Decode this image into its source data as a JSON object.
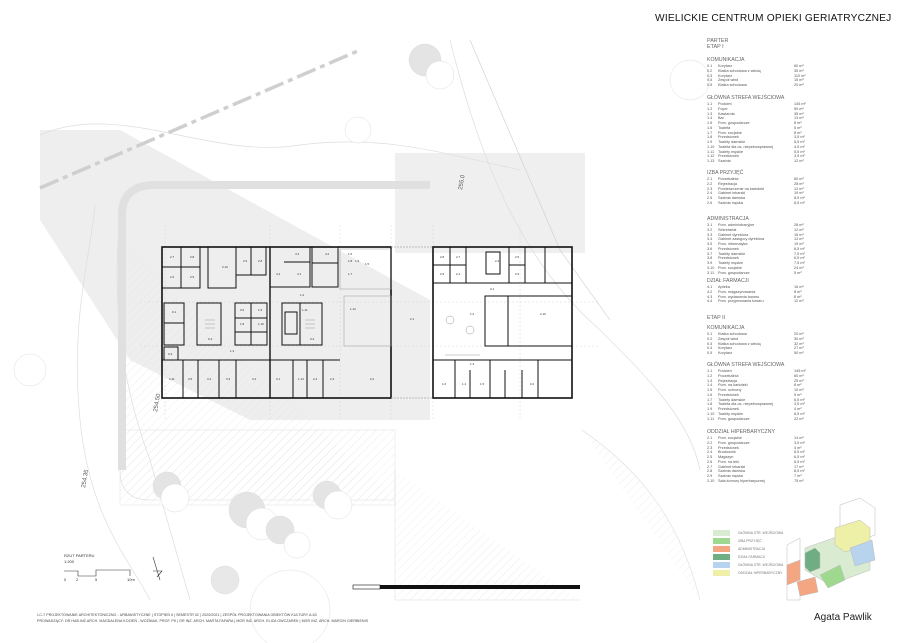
{
  "sheet": {
    "title": "WIELICKIE CENTRUM OPIEKI GERIATRYCZNEJ",
    "author": "Agata Pawlik",
    "footer_line1": "I-C-7 PROJEKTOWANIE ARCHITEKTONICZNO - URBANISTYCZNE | STOPIEŃ II | SEMESTR 02 | 2020/2021 | ZESPÓŁ PROJEKTOWANIA OBIEKTÓW KULTURY A-63",
    "footer_line2": "PROWADZĄCY: DR HAB.INŻ.ARCH. MAGDALENA KOZIEŃ - WOŹNIAK, PROF. PK | DR INŻ. ARCH. MARTA FAFARA | MGR INŻ. ARCH. ELIZA OWCZAREK | MGR INŻ. ARCH. MARCIN GIERBIENIS"
  },
  "plan": {
    "drawing_title": "RZUT PARTERU",
    "scale": "1:200",
    "scale_ticks": [
      "0",
      "2",
      "5",
      "10m"
    ],
    "contours": [
      "255.0",
      "254.50",
      "254.35"
    ],
    "rooms_stage1": [
      "2.7",
      "2.8",
      "2.6",
      "2.5",
      "2.10",
      "2.9",
      "2.8",
      "4.3",
      "4.2",
      "4.4",
      "4.1",
      "1.6",
      "1.8",
      "1.7",
      "1.9",
      "1.5",
      "1.2",
      "0.1",
      "0.4",
      "0.5",
      "1.9",
      "1.8",
      "1.10",
      "1.11",
      "1.12",
      "0.2",
      "1.3",
      "0.3",
      "3.11",
      "3.5",
      "3.4",
      "3.3",
      "3.2",
      "3.1",
      "1.13",
      "2.4",
      "2.3",
      "2.2",
      "2.1",
      "1.1"
    ],
    "rooms_stage2": [
      "2.8",
      "2.7",
      "2.9",
      "2.4",
      "2.3",
      "2.5",
      "2.6",
      "0.1",
      "2.10",
      "1.2",
      "1.3",
      "1.6",
      "1.4",
      "1.5",
      "0.2"
    ]
  },
  "legend": {
    "parter": "PARTER",
    "etap1": "ETAP I",
    "etap2": "ETAP II",
    "etap1_sections": [
      {
        "title": "KOMUNIKACJA",
        "items": [
          [
            "0.1",
            "Korytarz",
            "60 m²"
          ],
          [
            "0.2",
            "Klatka schodowa z windą",
            "35 m²"
          ],
          [
            "0.3",
            "Korytarz",
            "110 m²"
          ],
          [
            "0.4",
            "Zespół wind",
            "15 m²"
          ],
          [
            "0.5",
            "Klatka schodowa",
            "20 m²"
          ]
        ]
      },
      {
        "title": "GŁÓWNA STREFA WEJŚCIOWA",
        "items": [
          [
            "1.1",
            "Podcień",
            "145 m²"
          ],
          [
            "1.2",
            "Foyer",
            "50 m²"
          ],
          [
            "1.3",
            "Kawiarnia",
            "35 m²"
          ],
          [
            "1.4",
            "Bar",
            "13 m²"
          ],
          [
            "1.5",
            "Pom. gospodarcze",
            "8 m²"
          ],
          [
            "1.6",
            "Toaleta",
            "5 m²"
          ],
          [
            "1.7",
            "Pom. socjalne",
            "8 m²"
          ],
          [
            "1.8",
            "Przedsionek",
            "3,5 m²"
          ],
          [
            "1.9",
            "Toalety damskie",
            "5,5 m²"
          ],
          [
            "1.10",
            "Toaleta dla os. niepełnosprawnej",
            "4,5 m²"
          ],
          [
            "1.11",
            "Toalety męskie",
            "5,5 m²"
          ],
          [
            "1.12",
            "Przedsionek",
            "3,5 m²"
          ],
          [
            "1.13",
            "Szatnia",
            "12 m²"
          ]
        ]
      },
      {
        "title": "IZBA PRZYJĘĆ",
        "items": [
          [
            "2.1",
            "Poczekalnia",
            "60 m²"
          ],
          [
            "2.2",
            "Rejestracja",
            "28 m²"
          ],
          [
            "2.3",
            "Pomieszczenie na kartoteki",
            "12 m²"
          ],
          [
            "2.4",
            "Gabinet lekarski",
            "19 m²"
          ],
          [
            "2.5",
            "Szatnia damska",
            "8,5 m²"
          ],
          [
            "2.6",
            "Szatnia męska",
            "8,5 m²"
          ]
        ]
      },
      {
        "title": "ADMINISTRACJA",
        "items": [
          [
            "3.1",
            "Pom. administracyjne",
            "28 m²"
          ],
          [
            "3.2",
            "Sekretariat",
            "12 m²"
          ],
          [
            "3.3",
            "Gabinet dyrektora",
            "16 m²"
          ],
          [
            "3.4",
            "Gabinet zastępcy dyrektora",
            "12 m²"
          ],
          [
            "3.5",
            "Pom. informatyka",
            "19 m²"
          ],
          [
            "3.6",
            "Przedsionek",
            "6,5 m²"
          ],
          [
            "3.7",
            "Toalety damskie",
            "7,5 m²"
          ],
          [
            "3.8",
            "Przedsionek",
            "6,5 m²"
          ],
          [
            "3.9",
            "Toalety męskie",
            "7,5 m²"
          ],
          [
            "3.10",
            "Pom. socjalne",
            "24 m²"
          ],
          [
            "3.11",
            "Pom. gospodarcze",
            "5 m²"
          ]
        ]
      },
      {
        "title": "DZIAŁ FARMACJI",
        "items": [
          [
            "4.1",
            "Apteka",
            "16 m²"
          ],
          [
            "4.2",
            "Pom. magazynowania",
            "8 m²"
          ],
          [
            "4.3",
            "Pom. wydawania towaru",
            "8 m²"
          ],
          [
            "4.4",
            "Pom. przyjmowania towaru",
            "12 m²"
          ]
        ]
      }
    ],
    "etap2_sections": [
      {
        "title": "KOMUNIKACJA",
        "items": [
          [
            "0.1",
            "Klatka schodowa",
            "20 m²"
          ],
          [
            "0.2",
            "Zespół wind",
            "30 m²"
          ],
          [
            "0.3",
            "Klatka schodowa z windą",
            "32 m²"
          ],
          [
            "0.4",
            "Korytarz",
            "27 m²"
          ],
          [
            "0.5",
            "Korytarz",
            "50 m²"
          ]
        ]
      },
      {
        "title": "GŁÓWNA STREFA WEJŚCIOWA",
        "items": [
          [
            "1.1",
            "Podcień",
            "145 m²"
          ],
          [
            "1.2",
            "Poczekalnia",
            "60 m²"
          ],
          [
            "1.3",
            "Rejestracja",
            "25 m²"
          ],
          [
            "1.4",
            "Pom. na kartoteki",
            "8 m²"
          ],
          [
            "1.5",
            "Pom. ochrony",
            "10 m²"
          ],
          [
            "1.6",
            "Przedsionek",
            "5 m²"
          ],
          [
            "1.7",
            "Toalety damskie",
            "6,5 m²"
          ],
          [
            "1.8",
            "Toaleta dla os. niepełnosprawnej",
            "3,5 m²"
          ],
          [
            "1.9",
            "Przedsionek",
            "4 m²"
          ],
          [
            "1.10",
            "Toalety męskie",
            "6,5 m²"
          ],
          [
            "1.11",
            "Pom. gospodarcze",
            "22 m²"
          ]
        ]
      },
      {
        "title": "ODDZIAŁ HIPERBARYCZNY",
        "items": [
          [
            "2.1",
            "Pom. socjalne",
            "14 m²"
          ],
          [
            "2.2",
            "Pom. gospodarcze",
            "3,5 m²"
          ],
          [
            "2.3",
            "Przedsionek",
            "4 m²"
          ],
          [
            "2.4",
            "Brudownik",
            "6,5 m²"
          ],
          [
            "2.5",
            "Magazyn",
            "6,5 m²"
          ],
          [
            "2.6",
            "Pom. na leki",
            "6,5 m²"
          ],
          [
            "2.7",
            "Gabinet lekarski",
            "17 m²"
          ],
          [
            "2.8",
            "Szatnia damska",
            "8,5 m²"
          ],
          [
            "2.9",
            "Szatnia męska",
            "7 m²"
          ],
          [
            "2.10",
            "Sala komory hiperbarycznej",
            "75 m²"
          ]
        ]
      }
    ]
  },
  "color_key": [
    {
      "label": "GŁÓWNA STR. WEJŚCIOWA",
      "color": "#d9ecd2"
    },
    {
      "label": "IZBA PRZYJĘĆ",
      "color": "#9fd98f"
    },
    {
      "label": "ADMINISTRACJA",
      "color": "#f4a582"
    },
    {
      "label": "DZIAŁ FARMACJI",
      "color": "#6fae83"
    },
    {
      "label": "GŁÓWNA STR. WEJŚCIOWA",
      "color": "#b8d3ee"
    },
    {
      "label": "ODDZIAŁ HIPERBARYCZNY",
      "color": "#eef0a8"
    }
  ]
}
